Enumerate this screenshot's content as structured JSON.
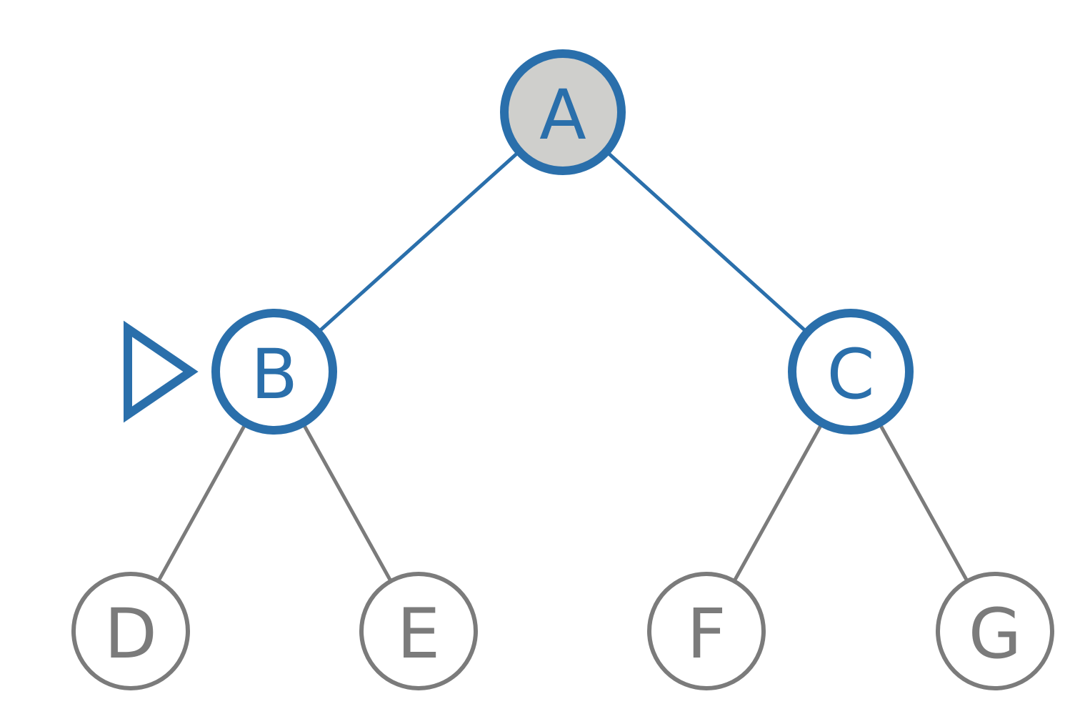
{
  "colors": {
    "active": "#2a6fab",
    "inactive": "#7b7b7b",
    "visited_fill": "#cfcfcc",
    "default_fill": "#ffffff"
  },
  "nodes": [
    {
      "id": "A",
      "label": "A",
      "state": "active",
      "visited": true
    },
    {
      "id": "B",
      "label": "B",
      "state": "active",
      "visited": false,
      "pointer": true
    },
    {
      "id": "C",
      "label": "C",
      "state": "active",
      "visited": false
    },
    {
      "id": "D",
      "label": "D",
      "state": "inactive",
      "visited": false
    },
    {
      "id": "E",
      "label": "E",
      "state": "inactive",
      "visited": false
    },
    {
      "id": "F",
      "label": "F",
      "state": "inactive",
      "visited": false
    },
    {
      "id": "G",
      "label": "G",
      "state": "inactive",
      "visited": false
    }
  ],
  "edges": [
    {
      "from": "A",
      "to": "B",
      "state": "active"
    },
    {
      "from": "A",
      "to": "C",
      "state": "active"
    },
    {
      "from": "B",
      "to": "D",
      "state": "inactive"
    },
    {
      "from": "B",
      "to": "E",
      "state": "inactive"
    },
    {
      "from": "C",
      "to": "F",
      "state": "inactive"
    },
    {
      "from": "C",
      "to": "G",
      "state": "inactive"
    }
  ]
}
